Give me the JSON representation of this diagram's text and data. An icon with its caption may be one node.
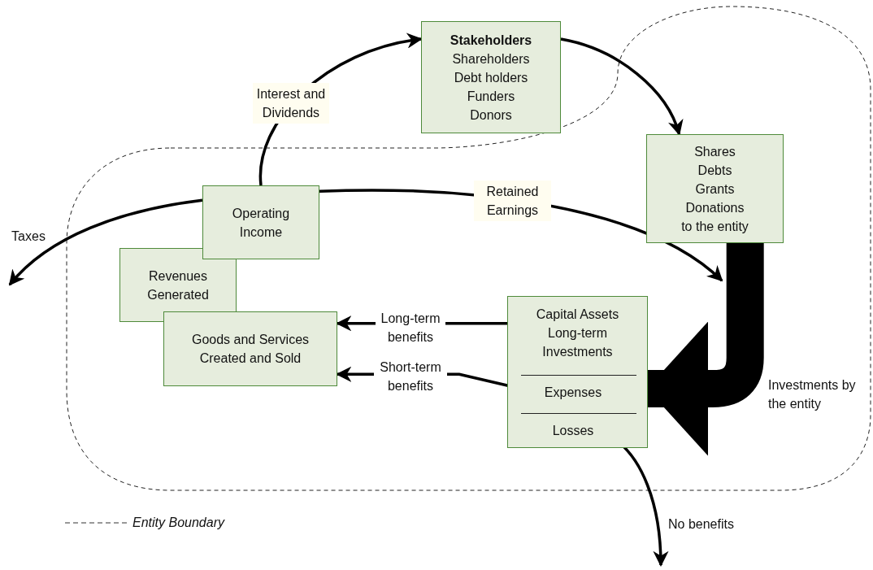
{
  "diagram": {
    "nodes": [
      {
        "text": [
          "Stakeholders",
          "Shareholders",
          "Debt holders",
          "Funders",
          "Donors"
        ]
      },
      {
        "text": [
          "Shares",
          "Debts",
          "Grants",
          "Donations",
          "to the entity"
        ]
      },
      {
        "text": [
          "Operating Income"
        ]
      },
      {
        "text": [
          "Revenues Generated"
        ]
      },
      {
        "text": [
          "Goods and Services Created and Sold"
        ]
      },
      {
        "text": [
          "Capital Assets Long-term Investments"
        ]
      },
      {
        "text": [
          "Expenses"
        ],
        "in": 5
      },
      {
        "text": [
          "Losses"
        ],
        "in": 5
      }
    ],
    "edges": [
      {
        "from": 2,
        "to": 0,
        "arrow": "to",
        "label": "Interest and Dividends"
      },
      {
        "from": 0,
        "to": 1,
        "arrow": "to"
      },
      {
        "from": 2,
        "to": null,
        "arrow": "to",
        "label": "Taxes"
      },
      {
        "from": 2,
        "to": null,
        "arrow": "to",
        "label": "Retained Earnings"
      },
      {
        "from": 1,
        "to": 5,
        "arrow": "to",
        "label": "Investments by the entity",
        "style": "thick"
      },
      {
        "from": 5,
        "to": 4,
        "arrow": "to",
        "label": "Long-term benefits"
      },
      {
        "from": 6,
        "to": 4,
        "arrow": "to",
        "label": "Short-term benefits"
      },
      {
        "from": 7,
        "to": null,
        "arrow": "to",
        "label": "No benefits"
      }
    ],
    "legend": [
      {
        "text": "Entity Boundary"
      }
    ]
  }
}
